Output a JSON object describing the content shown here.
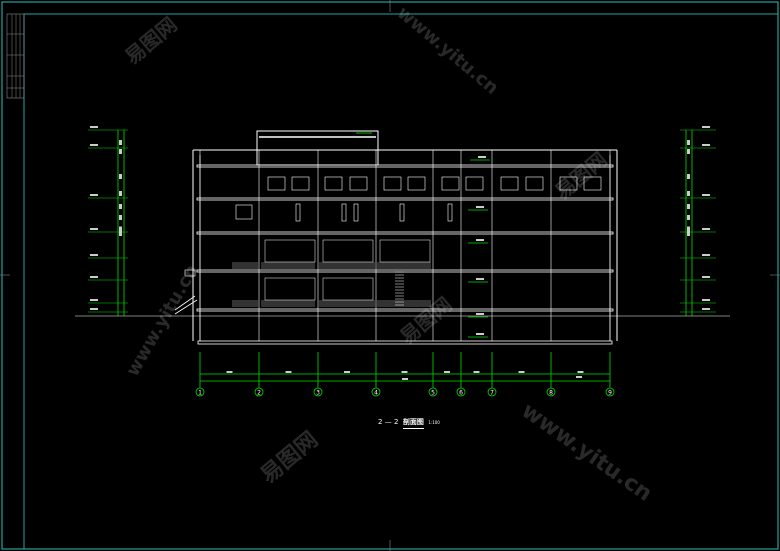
{
  "drawing": {
    "section_title_left": "2",
    "section_title_dash": "—",
    "section_title_right": "2",
    "section_title_text": "剖面图",
    "scale_text": "1:100",
    "axis_labels": [
      "1",
      "2",
      "3",
      "4",
      "5",
      "6",
      "7",
      "8",
      "9"
    ]
  },
  "watermarks": {
    "logo_text": "易图网",
    "url_text": "www.yitu.cn"
  },
  "colors": {
    "frame": "#1fa3a3",
    "building": "#ffffff",
    "dimension": "#00e000",
    "background": "#000000"
  }
}
